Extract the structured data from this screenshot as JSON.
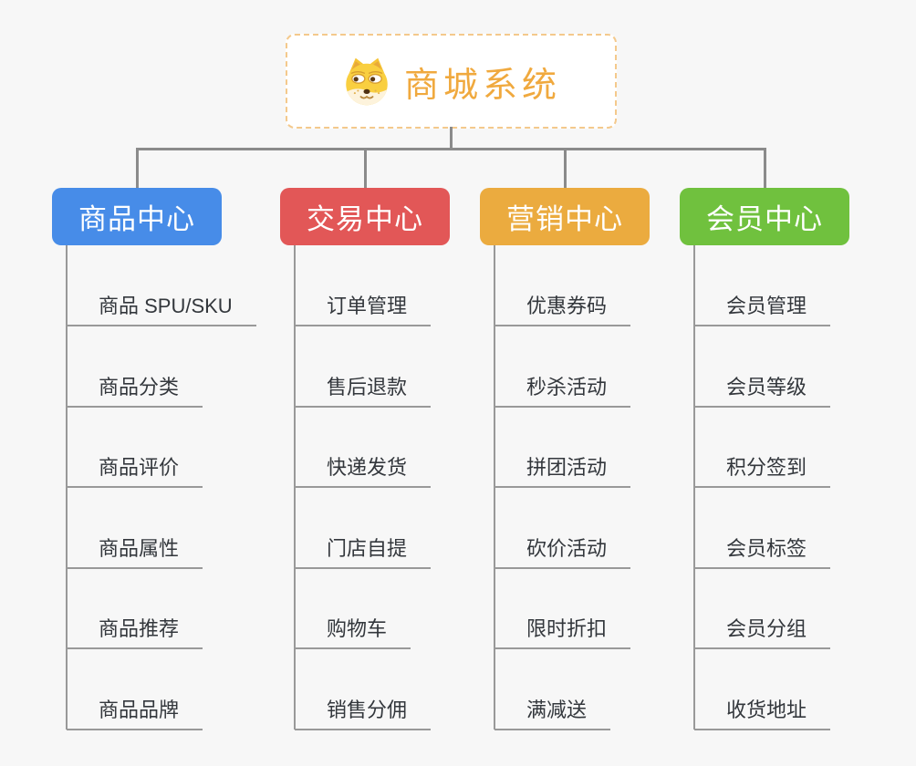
{
  "canvas": {
    "background": "#F7F7F7"
  },
  "root": {
    "title": "商城系统",
    "icon": "doge-icon",
    "text_color": "#F0A93E",
    "border_color": "#F4C98C",
    "background": "#FFFFFF"
  },
  "connectors": {
    "tree_color": "#8B8B8B",
    "leaf_line_color": "#999999"
  },
  "branches": [
    {
      "label": "商品中心",
      "color": "#478CE8",
      "children": [
        "商品 SPU/SKU",
        "商品分类",
        "商品评价",
        "商品属性",
        "商品推荐",
        "商品品牌"
      ]
    },
    {
      "label": "交易中心",
      "color": "#E25757",
      "children": [
        "订单管理",
        "售后退款",
        "快递发货",
        "门店自提",
        "购物车",
        "销售分佣"
      ]
    },
    {
      "label": "营销中心",
      "color": "#EBAB3F",
      "children": [
        "优惠券码",
        "秒杀活动",
        "拼团活动",
        "砍价活动",
        "限时折扣",
        "满减送"
      ]
    },
    {
      "label": "会员中心",
      "color": "#70C13E",
      "children": [
        "会员管理",
        "会员等级",
        "积分签到",
        "会员标签",
        "会员分组",
        "收货地址"
      ]
    }
  ]
}
